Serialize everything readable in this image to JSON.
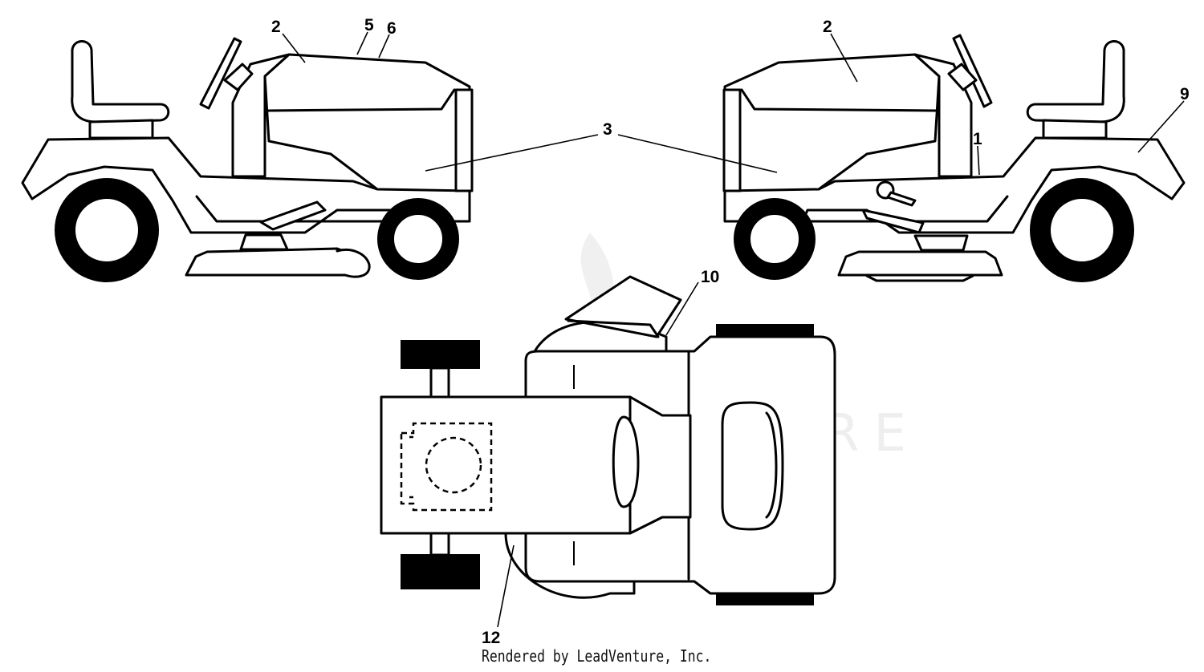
{
  "diagram": {
    "callouts": [
      {
        "id": "c2a",
        "label": "2"
      },
      {
        "id": "c5",
        "label": "5"
      },
      {
        "id": "c6",
        "label": "6"
      },
      {
        "id": "c2b",
        "label": "2"
      },
      {
        "id": "c3",
        "label": "3"
      },
      {
        "id": "c1",
        "label": "1"
      },
      {
        "id": "c9",
        "label": "9"
      },
      {
        "id": "c10",
        "label": "10"
      },
      {
        "id": "c12",
        "label": "12"
      }
    ],
    "watermark": "LEADVENTURE",
    "credit": "Rendered by LeadVenture, Inc."
  }
}
